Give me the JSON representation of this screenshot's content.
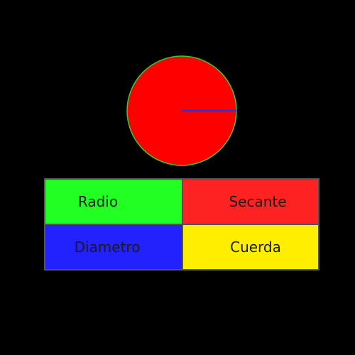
{
  "figure": {
    "circle_fill": "#ff0000",
    "circle_stroke": "#33cc33",
    "segment_color": "#3333cc",
    "highlighted_element": "radius"
  },
  "answers": [
    {
      "label": "Radio",
      "color": "#22ff22"
    },
    {
      "label": "Secante",
      "color": "#ff2222"
    },
    {
      "label": "Diametro",
      "color": "#2222ff"
    },
    {
      "label": "Cuerda",
      "color": "#ffee00"
    }
  ]
}
